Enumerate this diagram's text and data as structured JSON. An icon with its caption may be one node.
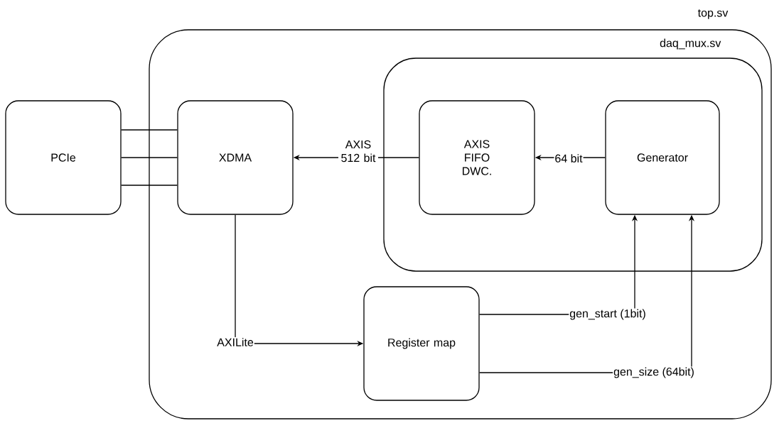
{
  "diagram": {
    "nodes": [
      {
        "text": [
          "top.sv"
        ]
      },
      {
        "text": [
          "PCIe"
        ]
      },
      {
        "text": [
          "XDMA"
        ],
        "in": 0
      },
      {
        "text": [
          "daq_mux.sv"
        ],
        "in": 0
      },
      {
        "text": [
          "AXIS FIFO DWC."
        ],
        "in": 3
      },
      {
        "text": [
          "Generator"
        ],
        "in": 3
      },
      {
        "text": [
          "Register map"
        ],
        "in": 0
      }
    ],
    "edges": [
      {
        "from": 1,
        "to": 2,
        "arrow": "none"
      },
      {
        "from": 1,
        "to": 2,
        "arrow": "none"
      },
      {
        "from": 1,
        "to": 2,
        "arrow": "none"
      },
      {
        "from": 4,
        "to": 2,
        "arrow": "to",
        "label": "AXIS 512 bit"
      },
      {
        "from": 5,
        "to": 4,
        "arrow": "to",
        "label": "64 bit"
      },
      {
        "from": 2,
        "to": 6,
        "arrow": "to",
        "label": "AXILite"
      },
      {
        "from": 6,
        "to": 5,
        "arrow": "to",
        "label": "gen_start (1bit)"
      },
      {
        "from": 6,
        "to": 5,
        "arrow": "to",
        "label": "gen_size (64bit)"
      }
    ]
  }
}
